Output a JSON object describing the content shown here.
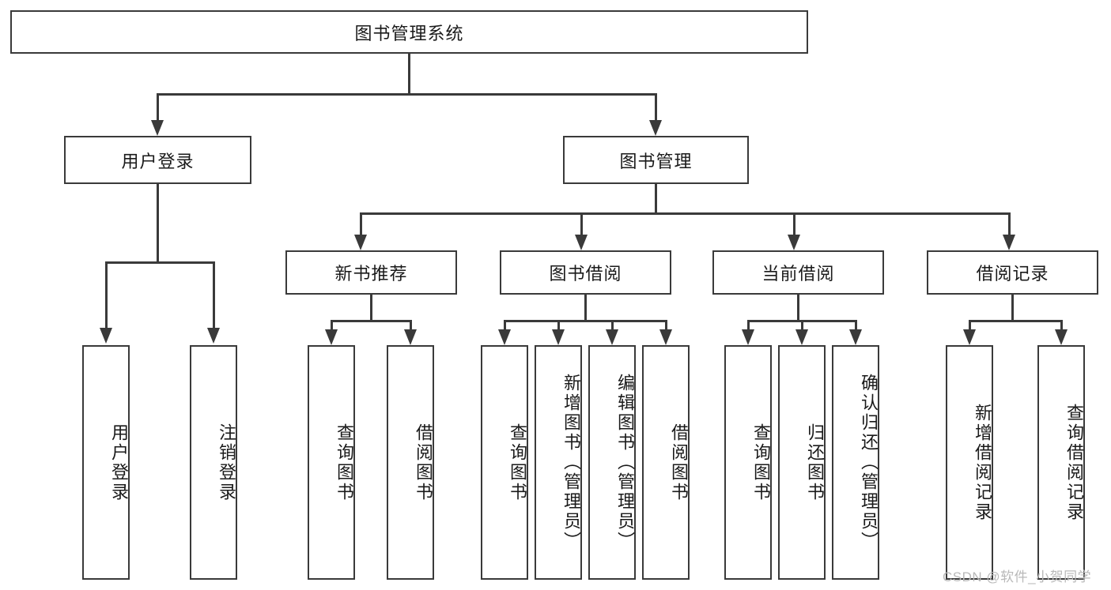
{
  "diagram": {
    "title_box": {
      "label": "图书管理系统"
    },
    "level2": [
      {
        "label": "用户登录"
      },
      {
        "label": "图书管理"
      }
    ],
    "level3": [
      {
        "label": "新书推荐"
      },
      {
        "label": "图书借阅"
      },
      {
        "label": "当前借阅"
      },
      {
        "label": "借阅记录"
      }
    ],
    "leaves": {
      "user_login": [
        {
          "label": "用户登录"
        },
        {
          "label": "注销登录"
        }
      ],
      "new_book_recommend": [
        {
          "label": "查询图书"
        },
        {
          "label": "借阅图书"
        }
      ],
      "book_borrow": [
        {
          "label": "查询图书"
        },
        {
          "label": "新增图书（管理员）"
        },
        {
          "label": "编辑图书（管理员）"
        },
        {
          "label": "借阅图书"
        }
      ],
      "current_borrow": [
        {
          "label": "查询图书"
        },
        {
          "label": "归还图书"
        },
        {
          "label": "确认归还（管理员）"
        }
      ],
      "borrow_record": [
        {
          "label": "新增借阅记录"
        },
        {
          "label": "查询借阅记录"
        }
      ]
    },
    "watermark": "CSDN @软件_小贺同学",
    "colors": {
      "stroke": "#3a3a3a",
      "text": "#1a1a1a",
      "background": "#ffffff",
      "watermark": "#b9b9b9"
    }
  }
}
